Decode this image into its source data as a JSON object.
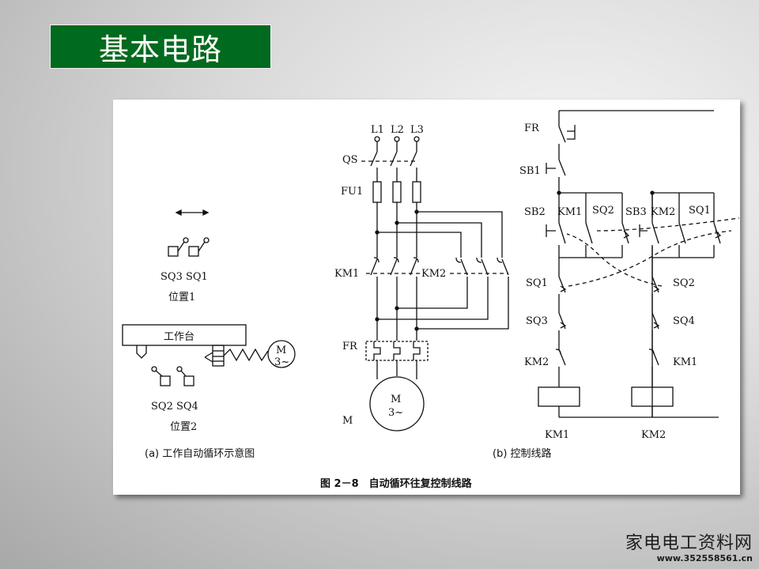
{
  "slide": {
    "title": "基本电路"
  },
  "figure": {
    "caption": "图 2－8　自动循环往复控制线路",
    "part_a": {
      "caption": "(a) 工作自动循环示意图",
      "switch_pair_top": "SQ3 SQ1",
      "position_1": "位置1",
      "table_label": "工作台",
      "motor_label": "M",
      "motor_phase": "3~",
      "switch_pair_bottom": "SQ2  SQ4",
      "position_2": "位置2"
    },
    "main_circuit": {
      "phases": [
        "L1",
        "L2",
        "L3"
      ],
      "qs": "QS",
      "fu1": "FU1",
      "km1": "KM1",
      "km2": "KM2",
      "fr": "FR",
      "m": "M",
      "motor_label": "M",
      "motor_phase": "3~"
    },
    "part_b": {
      "caption": "(b) 控制线路",
      "fr": "FR",
      "sb1": "SB1",
      "sb2": "SB2",
      "km1_contact": "KM1",
      "sq2_top": "SQ2",
      "sb3": "SB3",
      "km2_contact": "KM2",
      "sq1_top": "SQ1",
      "sq1_left": "SQ1",
      "sq3": "SQ3",
      "km2_left": "KM2",
      "sq2_right": "SQ2",
      "sq4": "SQ4",
      "km1_right": "KM1",
      "coil_left": "KM1",
      "coil_right": "KM2"
    }
  },
  "watermark": {
    "text": "家电电工资料网",
    "url": "www.352558561.cn"
  },
  "colors": {
    "title_bg": "#006a1e",
    "title_text": "#ffffff",
    "panel": "#ffffff",
    "ink": "#111111"
  }
}
